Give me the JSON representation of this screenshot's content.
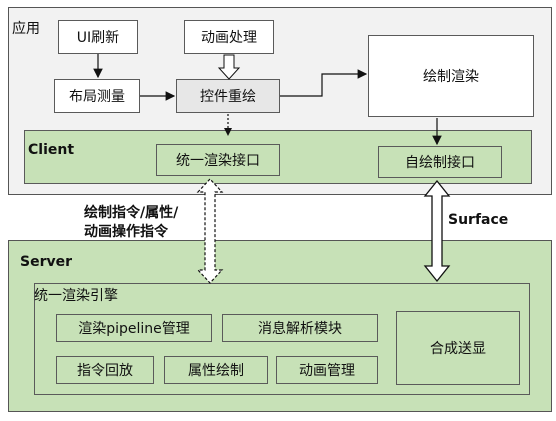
{
  "app": {
    "title": "应用",
    "ui_refresh": "UI刷新",
    "animation_processing": "动画处理",
    "layout_measure": "布局测量",
    "control_redraw": "控件重绘",
    "draw_render": "绘制渲染"
  },
  "client": {
    "title": "Client",
    "unified_render_interface": "统一渲染接口",
    "self_draw_interface": "自绘制接口"
  },
  "links": {
    "draw_commands_line1": "绘制指令/属性/",
    "draw_commands_line2": "动画操作指令",
    "surface": "Surface"
  },
  "server": {
    "title": "Server",
    "engine_title": "统一渲染引擎",
    "render_pipeline": "渲染pipeline管理",
    "message_parse": "消息解析模块",
    "command_playback": "指令回放",
    "attribute_draw": "属性绘制",
    "animation_manage": "动画管理",
    "compose_display": "合成送显"
  },
  "colors": {
    "green_fill": "#c7e1b7",
    "gray_fill": "#e7e7e7",
    "border": "#5a5a5a"
  }
}
